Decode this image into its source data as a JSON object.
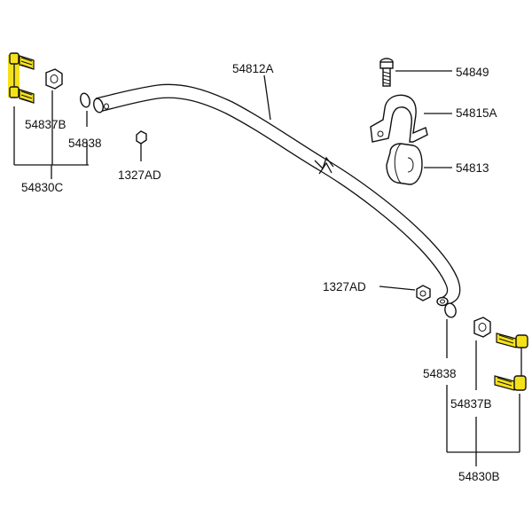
{
  "colors": {
    "highlight": "#f5e11a",
    "ink": "#111111",
    "background": "#ffffff"
  },
  "labels": {
    "stabilizer_bar": "54812A",
    "bolt": "54849",
    "bracket": "54815A",
    "bushing": "54813",
    "link_left": "54830C",
    "link_right": "54830B",
    "nut_left": "54837B",
    "nut_right": "54837B",
    "ring_left": "54838",
    "ring_right": "54838",
    "nut_small_top": "1327AD",
    "nut_small_right": "1327AD"
  }
}
